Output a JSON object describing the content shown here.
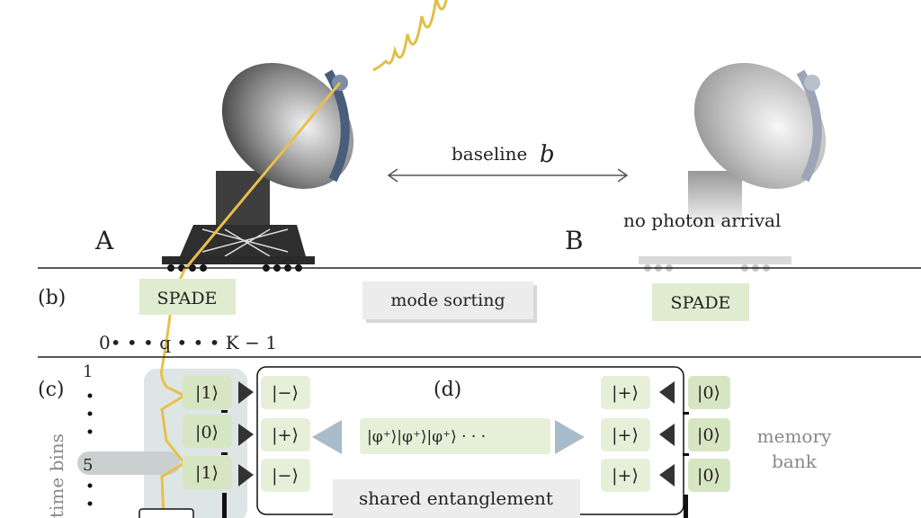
{
  "panel_a": {
    "label_a": "A",
    "label_b": "B",
    "baseline": "baseline",
    "baseline_var": "b",
    "no_photon": "no photon arrival"
  },
  "panel_b": {
    "label": "(b)",
    "spade_a": "SPADE",
    "mode_sorting": "mode sorting",
    "spade_b": "SPADE",
    "mode_index": "0• • • q • • • K − 1"
  },
  "panel_c": {
    "label": "(c)",
    "time_bins_label": "time bins",
    "bin_first": "1",
    "bin_selected": "5",
    "detector_states": [
      "|1⟩",
      "|0⟩",
      "|1⟩"
    ]
  },
  "panel_d": {
    "label": "(d)",
    "left_states": [
      "|−⟩",
      "|+⟩",
      "|−⟩"
    ],
    "right_states": [
      "|+⟩",
      "|+⟩",
      "|+⟩"
    ],
    "bell_states": "|φ⁺⟩|φ⁺⟩|φ⁺⟩  · · ·",
    "shared_entanglement": "shared entanglement"
  },
  "memory": {
    "states": [
      "|0⟩",
      "|0⟩",
      "|0⟩"
    ],
    "label_line1": "memory",
    "label_line2": "bank"
  },
  "colors": {
    "photon": "#e8c04a",
    "green_box": "#dfeccf",
    "grey_box": "#ececec",
    "triangle": "#a9bccb",
    "panel": "#dde6e4"
  }
}
